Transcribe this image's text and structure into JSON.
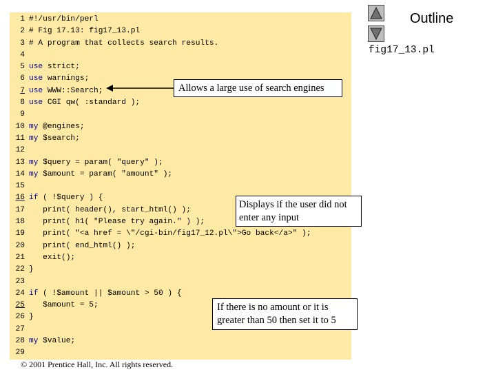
{
  "nav": {
    "outline_label": "Outline",
    "file_name": "fig17_13.pl"
  },
  "code": {
    "lines": [
      {
        "n": "1",
        "code": "#!/usr/bin/perl"
      },
      {
        "n": "2",
        "code": "# Fig 17.13: fig17_13.pl"
      },
      {
        "n": "3",
        "code": "# A program that collects search results."
      },
      {
        "n": "4",
        "code": ""
      },
      {
        "n": "5",
        "kw": "use",
        "code": " strict;"
      },
      {
        "n": "6",
        "kw": "use",
        "code": " warnings;"
      },
      {
        "n": "7",
        "kw": "use",
        "code": " WWW::Search;"
      },
      {
        "n": "8",
        "kw": "use",
        "code": " CGI qw( :standard );"
      },
      {
        "n": "9",
        "code": ""
      },
      {
        "n": "10",
        "kw": "my",
        "code": " @engines;"
      },
      {
        "n": "11",
        "kw": "my",
        "code": " $search;"
      },
      {
        "n": "12",
        "code": ""
      },
      {
        "n": "13",
        "kw": "my",
        "code": " $query = param( \"query\" );"
      },
      {
        "n": "14",
        "kw": "my",
        "code": " $amount = param( \"amount\" );"
      },
      {
        "n": "15",
        "code": ""
      },
      {
        "n": "16",
        "kw": "if",
        "code": " ( !$query ) {"
      },
      {
        "n": "17",
        "code": "   print( header(), start_html() );"
      },
      {
        "n": "18",
        "code": "   print( h1( \"Please try again.\" ) );"
      },
      {
        "n": "19",
        "code": "   print( \"<a href = \\\"/cgi-bin/fig17_12.pl\\\">Go back</a>\" );"
      },
      {
        "n": "20",
        "code": "   print( end_html() );"
      },
      {
        "n": "21",
        "code": "   exit();"
      },
      {
        "n": "22",
        "code": "}"
      },
      {
        "n": "23",
        "code": ""
      },
      {
        "n": "24",
        "kw": "if",
        "code": " ( !$amount || $amount > 50 ) {"
      },
      {
        "n": "25",
        "code": "   $amount = 5;"
      },
      {
        "n": "26",
        "code": "}"
      },
      {
        "n": "27",
        "code": ""
      },
      {
        "n": "28",
        "kw": "my",
        "code": " $value;"
      },
      {
        "n": "29",
        "code": ""
      }
    ],
    "underlined_line_numbers": [
      "7",
      "16",
      "25"
    ]
  },
  "callouts": {
    "engines": "Allows a large use of search engines",
    "query": "Displays if the user did not enter any input",
    "amount": "If there is no amount or it is greater than 50 then set it to 5"
  },
  "footer": {
    "copyright": "© 2001 Prentice Hall, Inc.  All rights reserved."
  },
  "colors": {
    "panel": "#ffeaa5",
    "keyword": "#000099",
    "nav_button": "#bdbdbd"
  },
  "icons": {
    "nav_up": "triangle-up-icon",
    "nav_down": "triangle-down-icon"
  }
}
